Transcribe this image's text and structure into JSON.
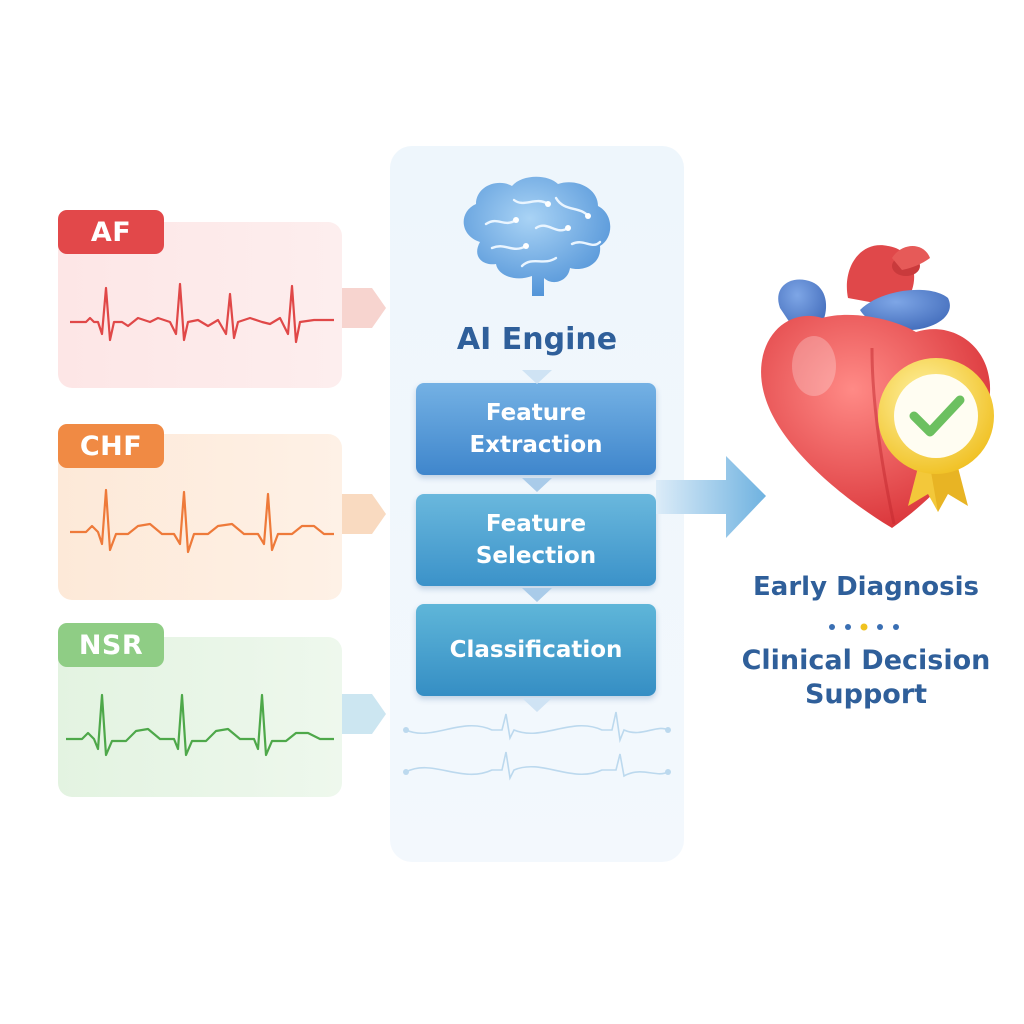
{
  "inputs": [
    {
      "label": "AF",
      "color": "#e2484a"
    },
    {
      "label": "CHF",
      "color": "#f08a44"
    },
    {
      "label": "NSR",
      "color": "#5fb35a"
    }
  ],
  "engine": {
    "title": "AI Engine",
    "steps": [
      {
        "line1": "Feature",
        "line2": "Extraction"
      },
      {
        "line1": "Feature",
        "line2": "Selection"
      },
      {
        "line1": "Classification",
        "line2": ""
      }
    ]
  },
  "output": {
    "line1": "Early Diagnosis",
    "line2a": "Clinical Decision",
    "line2b": "Support"
  },
  "icons": [
    "brain-icon",
    "heart-icon",
    "check-badge-icon"
  ]
}
